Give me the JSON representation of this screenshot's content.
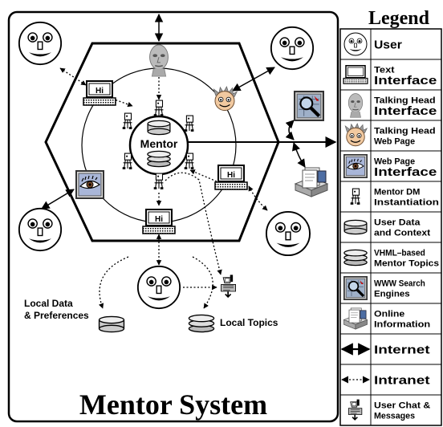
{
  "diagram": {
    "title": "Mentor System",
    "center_label": "Mentor",
    "terminal_label": "Hi",
    "local_data_label": [
      "Local Data",
      "& Preferences"
    ],
    "local_topics_label": "Local Topics"
  },
  "legend": {
    "title": "Legend",
    "items": [
      {
        "icon": "smiley-face-icon",
        "lines": [
          "User"
        ]
      },
      {
        "icon": "computer-terminal-icon",
        "lines": [
          "Text",
          "Interface"
        ]
      },
      {
        "icon": "talking-head-icon",
        "lines": [
          "Talking Head",
          "Interface"
        ]
      },
      {
        "icon": "cartoon-head-icon",
        "lines": [
          "Talking Head",
          "Web Page"
        ]
      },
      {
        "icon": "eye-web-page-icon",
        "lines": [
          "Web Page",
          "Interface"
        ]
      },
      {
        "icon": "mentor-dm-figure-icon",
        "lines": [
          "Mentor DM",
          "Instantiation"
        ]
      },
      {
        "icon": "database-disk-icon",
        "lines": [
          "User Data",
          "and Context"
        ]
      },
      {
        "icon": "database-stack-icon",
        "lines": [
          "VHML–based",
          "Mentor Topics"
        ]
      },
      {
        "icon": "magnifier-search-icon",
        "lines": [
          "WWW Search",
          "Engines"
        ]
      },
      {
        "icon": "online-info-icon",
        "lines": [
          "Online",
          "Information"
        ]
      },
      {
        "icon": "internet-arrow-icon",
        "lines": [
          "Internet"
        ]
      },
      {
        "icon": "intranet-arrow-icon",
        "lines": [
          "Intranet"
        ]
      },
      {
        "icon": "user-chat-icon",
        "lines": [
          "User Chat &",
          "Messages"
        ]
      }
    ]
  }
}
